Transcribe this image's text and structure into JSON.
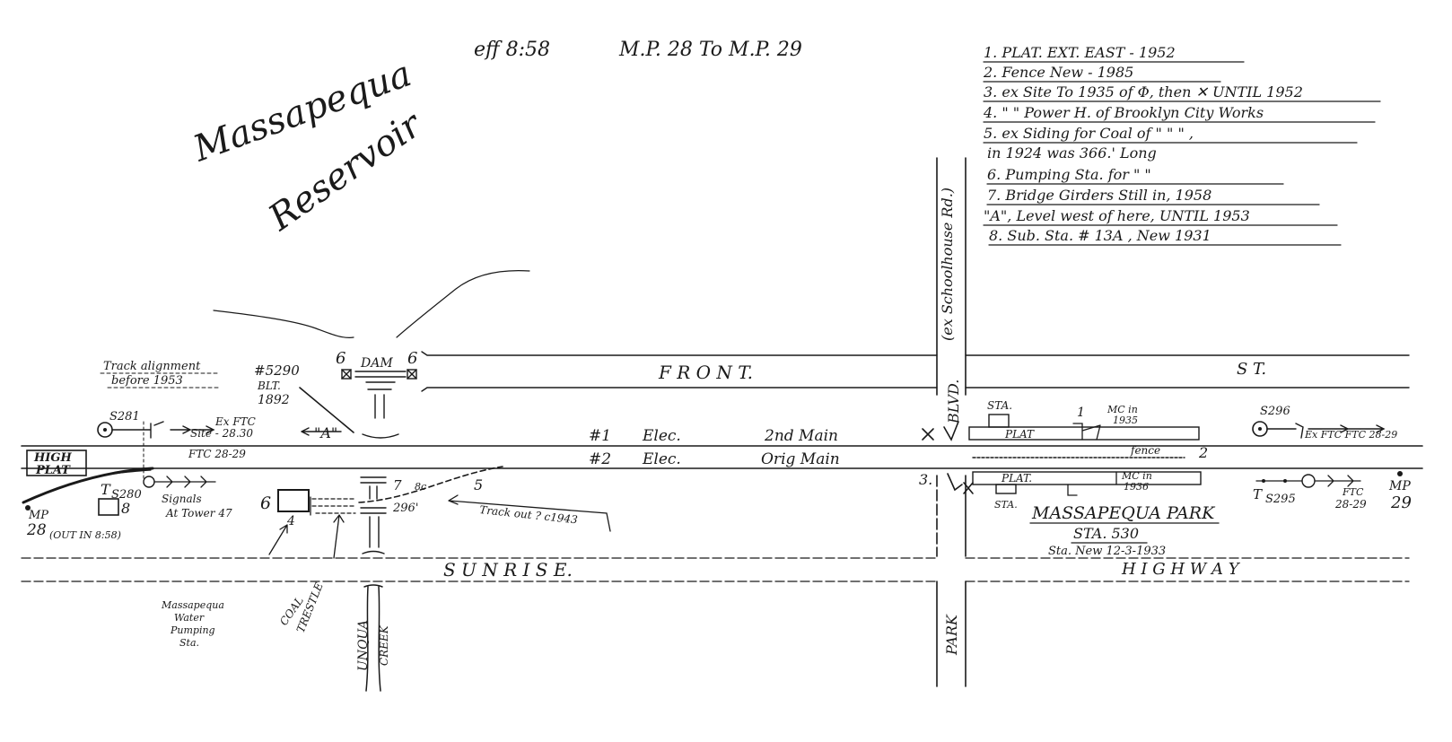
{
  "header": {
    "eff": "eff 8:58",
    "range": "M.P. 28   To M.P. 29"
  },
  "notes": [
    "1. PLAT. EXT. EAST - 1952",
    "2. Fence New   - 1985",
    "3. ex Site To 1935 of Φ, then ✕ UNTIL 1952",
    "4. \"   \" Power H. of Brooklyn City Works",
    "5. ex Siding for Coal of   \"   \"   \"   ,",
    "in 1924 was 366.' Long",
    "6. Pumping Sta. for   \"   \"",
    "7. Bridge Girders Still in, 1958",
    "\"A\", Level west of here, UNTIL 1953",
    "8. Sub. Sta. # 13A   , New 1931"
  ],
  "reservoir": {
    "line1": "Massapequa",
    "line2": "Reservoir"
  },
  "streets": {
    "front": "F R O N T.",
    "front_st": "S T.",
    "sunrise": "S U N R I S E.",
    "highway": "H I G H W A Y",
    "blvd": "BLVD.",
    "park": "PARK",
    "schoolhouse": "(ex Schoolhouse Rd.)",
    "unqua": "UNQUA",
    "creek": "CREEK"
  },
  "tracks": {
    "no1": "#1",
    "no1_elec": "Elec.",
    "no1_desc": "2nd Main",
    "no2": "#2",
    "no2_elec": "Elec.",
    "no2_desc": "Orig Main"
  },
  "labels": {
    "track_alignment_1": "Track alignment",
    "track_alignment_2": "before 1953",
    "bridge_no": "#5290",
    "bridge_blt": "BLT.",
    "bridge_year": "1892",
    "dam": "DAM",
    "dam_left_num": "6",
    "dam_right_num": "6",
    "level_a": "\"A\"",
    "s281": "S281",
    "ex_ftc": "Ex FTC",
    "site_2830": "Site - 28.30",
    "ftc_2829": "FTC 28-29",
    "s280": "S280",
    "signals_1": "Signals",
    "signals_2": "At Tower 47",
    "t_mark": "T",
    "sub_no": "8",
    "high_plat_1": "HIGH",
    "high_plat_2": "PLAT",
    "mp28": "MP",
    "mp28_num": "28",
    "mp28_note": "(OUT IN 8:58)",
    "pump_num": "6",
    "pump_sub": "4",
    "girder_num": "7",
    "girder_note": "8c",
    "coal_len": "296'",
    "siding_num": "5",
    "track_out": "Track out ? c1943",
    "water_pump_1": "Massapequa",
    "water_pump_2": "Water",
    "water_pump_3": "Pumping",
    "water_pump_4": "Sta.",
    "coal_trestle_1": "COAL",
    "coal_trestle_2": "TRESTLE",
    "sta_top": "STA.",
    "plat_top": "PLAT",
    "mc_1": "MC in",
    "mc_2": "1935",
    "plat_ext_num": "1",
    "fence": "fence",
    "fence_num": "2",
    "num_3": "3.",
    "plat_bottom": "PLAT.",
    "sta_bottom": "STA.",
    "mc_bottom_1": "MC in",
    "mc_bottom_2": "1936",
    "station_name": "MASSAPEQUA PARK",
    "station_code": "STA. 530",
    "station_new": "Sta. New 12-3-1933",
    "s296": "S296",
    "ftc_east": "Ex FTC FTC 28-29",
    "s295": "S295",
    "t_east": "T",
    "ftc_2829_east_1": "FTC",
    "ftc_2829_east_2": "28-29",
    "mp29": "MP",
    "mp29_num": "29"
  }
}
